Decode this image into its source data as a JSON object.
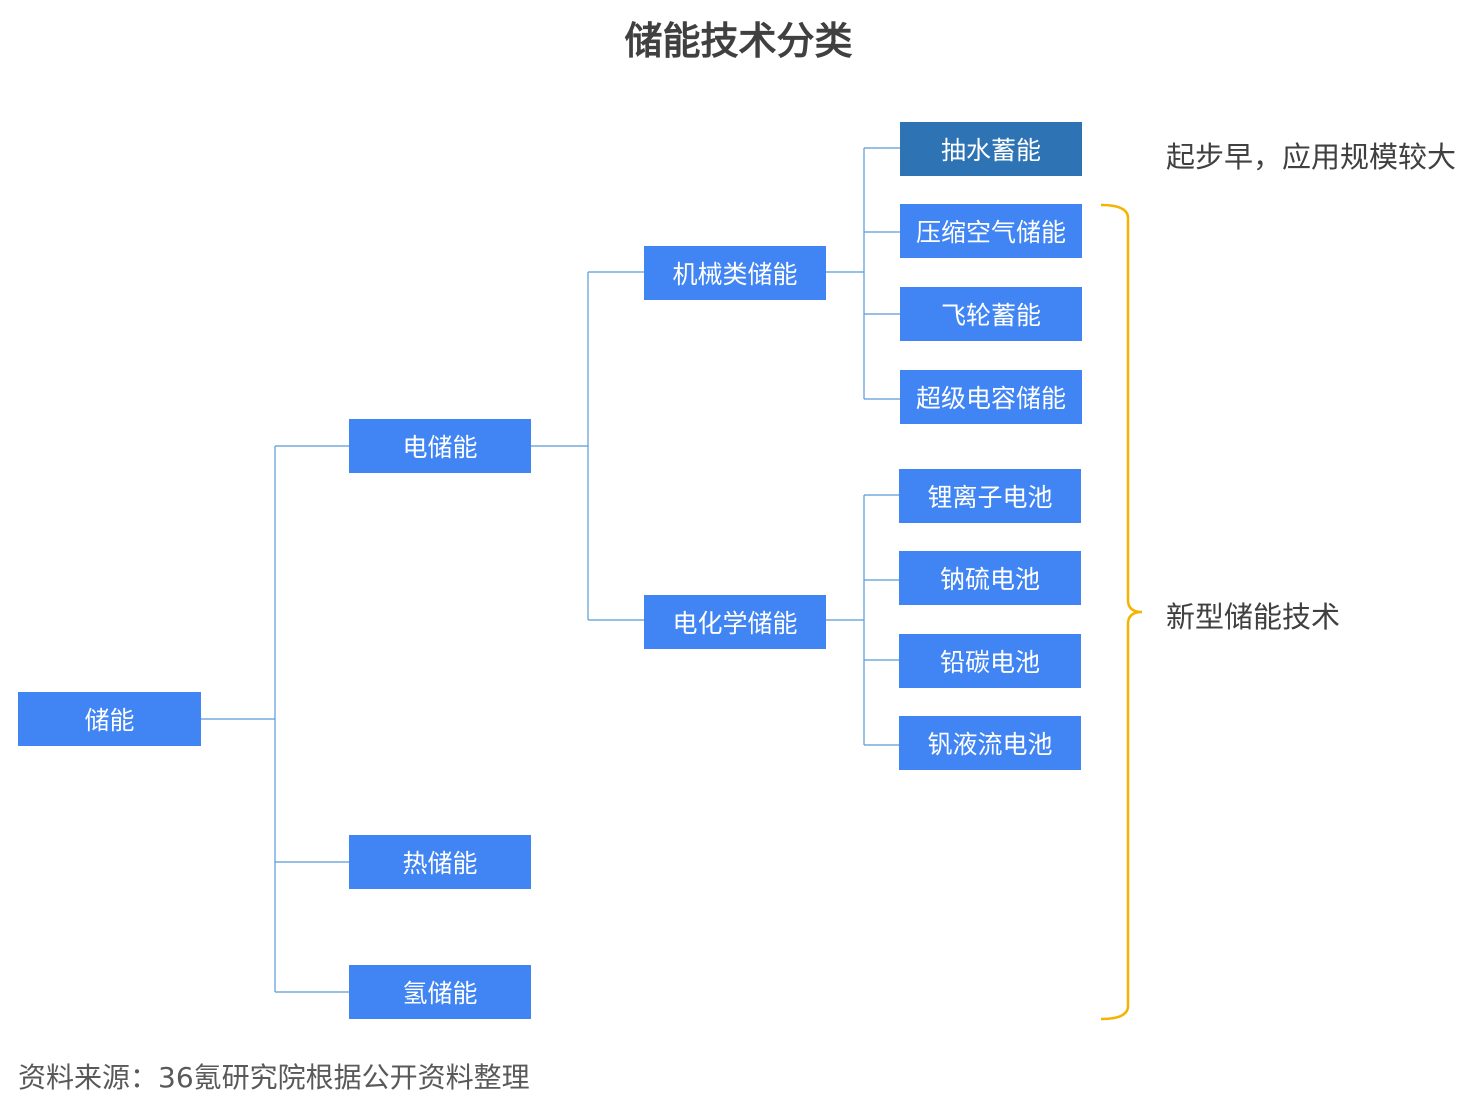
{
  "title": "储能技术分类",
  "colors": {
    "node": "#4185f4",
    "node_highlight": "#2e74b5",
    "connector": "#5b9bd5",
    "brace": "#f5b301",
    "text_dark": "#404040"
  },
  "nodes": {
    "root": "储能",
    "electric": "电储能",
    "thermal": "热储能",
    "hydrogen": "氢储能",
    "mechanical": "机械类储能",
    "electrochemical": "电化学储能",
    "pumped_hydro": "抽水蓄能",
    "compressed_air": "压缩空气储能",
    "flywheel": "飞轮蓄能",
    "supercapacitor": "超级电容储能",
    "lithium_ion": "锂离子电池",
    "sodium_sulfur": "钠硫电池",
    "lead_carbon": "铅碳电池",
    "vanadium_flow": "钒液流电池"
  },
  "annotations": {
    "pumped_hydro_note": "起步早，应用规模较大",
    "new_tech_note": "新型储能技术"
  },
  "source": "资料来源：36氪研究院根据公开资料整理"
}
